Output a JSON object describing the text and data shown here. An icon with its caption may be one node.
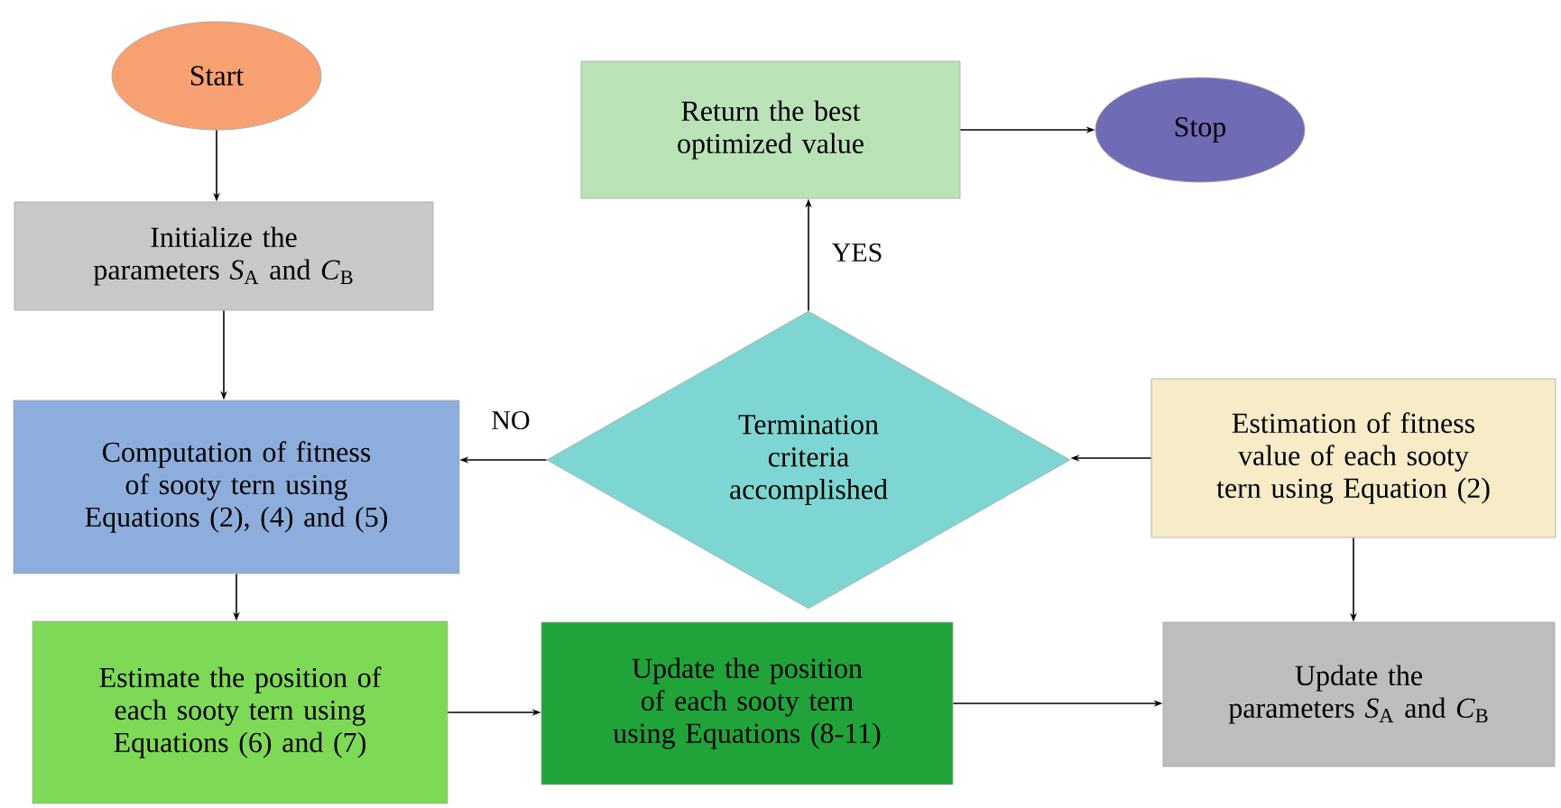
{
  "diagram": {
    "nodes": [
      {
        "text": [
          "Start"
        ]
      },
      {
        "text": [
          "Initialize the parameters *S*$_{A}$ and *C*$_{B}$"
        ]
      },
      {
        "text": [
          "Computation of fitness of sooty tern using Equations (2), (4) and (5)"
        ]
      },
      {
        "text": [
          "Estimate the position of each sooty tern using Equations (6) and (7)"
        ]
      },
      {
        "text": [
          "Update the position of each sooty tern using Equations (8-11)"
        ]
      },
      {
        "text": [
          "Update the parameters *S*$_{A}$ and *C*$_{B}$"
        ]
      },
      {
        "text": [
          "Estimation of fitness value of each sooty tern using Equation (2)"
        ]
      },
      {
        "text": [
          "Termination criteria accomplished"
        ]
      },
      {
        "text": [
          "Return the best optimized value"
        ]
      },
      {
        "text": [
          "Stop"
        ]
      }
    ],
    "edges": [
      {
        "from": 0,
        "to": 1,
        "arrow": "to"
      },
      {
        "from": 1,
        "to": 2,
        "arrow": "to"
      },
      {
        "from": 7,
        "to": 2,
        "arrow": "to",
        "label": "NO"
      },
      {
        "from": 2,
        "to": 3,
        "arrow": "to"
      },
      {
        "from": 3,
        "to": 4,
        "arrow": "to"
      },
      {
        "from": 4,
        "to": 5,
        "arrow": "to"
      },
      {
        "from": 6,
        "to": 5,
        "arrow": "to"
      },
      {
        "from": 6,
        "to": 7,
        "arrow": "to"
      },
      {
        "from": 7,
        "to": 8,
        "arrow": "to",
        "label": "YES"
      },
      {
        "from": 8,
        "to": 9,
        "arrow": "to"
      }
    ]
  }
}
